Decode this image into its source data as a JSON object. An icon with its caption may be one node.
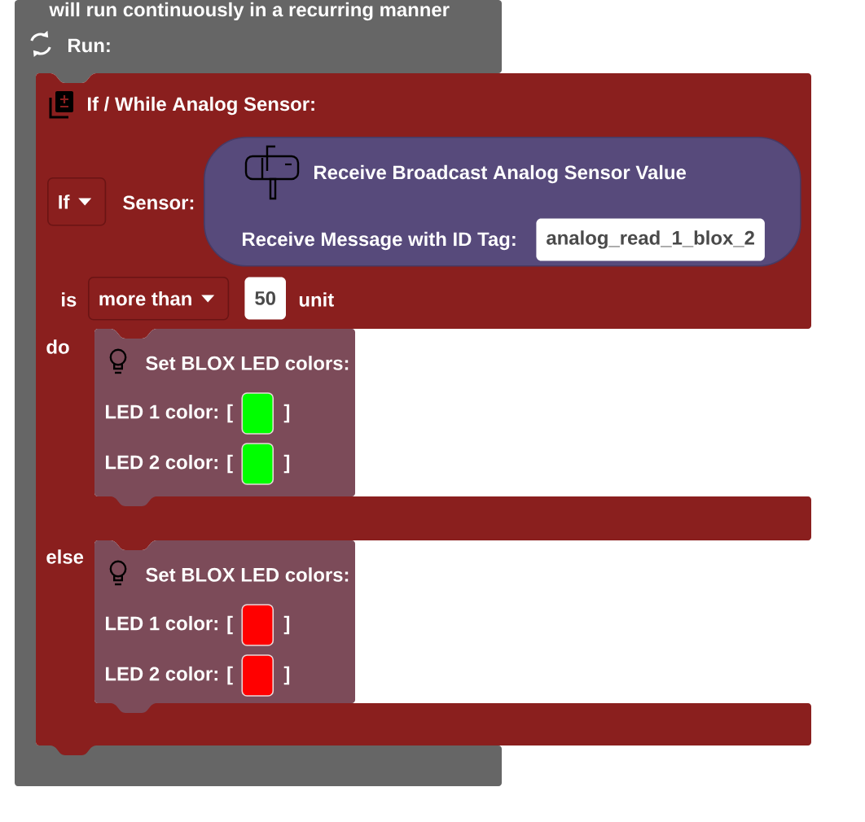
{
  "diagram": {
    "nodes": [
      {
        "text": [
          "will run continuously in a recurring manner",
          "Run:"
        ]
      },
      {
        "text": [
          "If / While Analog Sensor:",
          "Sensor:",
          "is",
          "unit",
          "do",
          "else"
        ]
      },
      {
        "text": [
          "If"
        ],
        "in": 1
      },
      {
        "text": [
          "Receive Broadcast Analog Sensor Value",
          "Receive Message with ID Tag:"
        ],
        "in": 1
      },
      {
        "text": [
          "analog_read_1_blox_2"
        ],
        "in": 3
      },
      {
        "text": [
          "more than"
        ],
        "in": 1
      },
      {
        "text": [
          "50"
        ],
        "in": 1
      },
      {
        "text": [
          "Set BLOX LED colors:",
          "LED 1 color: [",
          "]",
          "LED 2 color: [",
          "]"
        ],
        "in": 1
      },
      {
        "text": [
          "Set BLOX LED colors:",
          "LED 1 color: [",
          "]",
          "LED 2 color: [",
          "]"
        ],
        "in": 1
      }
    ]
  }
}
